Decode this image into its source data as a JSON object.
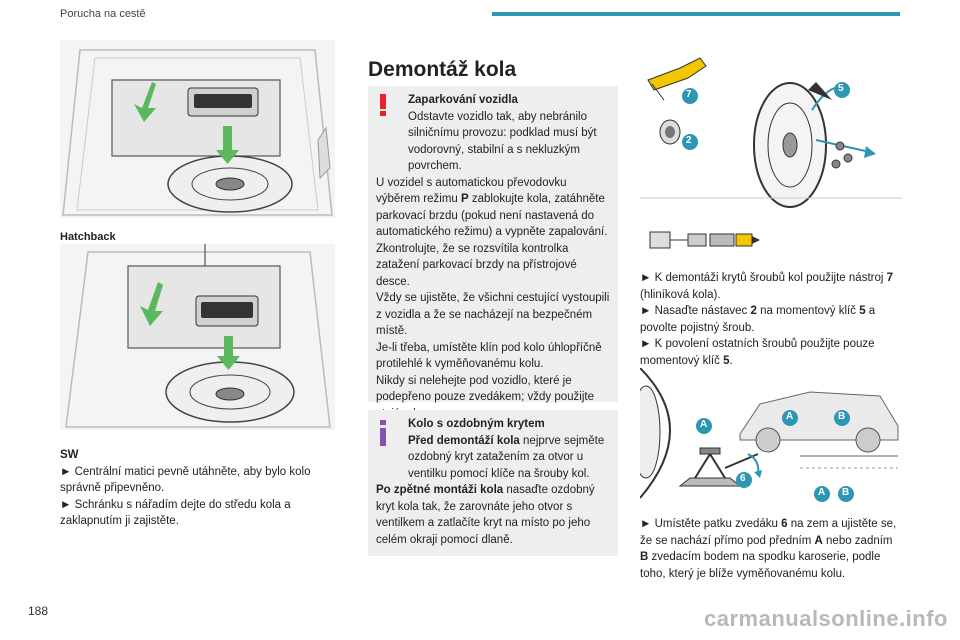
{
  "header": {
    "title": "Porucha na cestě"
  },
  "page_number": "188",
  "watermark": "carmanualsonline.info",
  "left": {
    "caption_hatchback": "Hatchback",
    "sw_title": "SW",
    "sw_items": [
      "► Centrální matici pevně utáhněte, aby bylo kolo správně připevněno.",
      "► Schránku s nářadím dejte do středu kola a zaklapnutím ji zajistěte."
    ]
  },
  "middle": {
    "title": "Demontáž kola",
    "warning": {
      "heading": "Zaparkování vozidla",
      "lines": [
        "Odstavte vozidlo tak, aby nebránilo silničnímu provozu: podklad musí být vodorovný, stabilní a s nekluzkým povrchem.",
        "U vozidel s automatickou převodovku výběrem režimu ",
        "P",
        " zablokujte kola, zatáhněte parkovací brzdu (pokud není nastavená do automatického režimu) a vypněte zapalování.",
        "Zkontrolujte, že se rozsvítila kontrolka zatažení parkovací brzdy na přístrojové desce.",
        "Vždy se ujistěte, že všichni cestující vystoupili z vozidla a že se nacházejí na bezpečném místě.",
        "Je-li třeba, umístěte klín pod kolo úhlopříčně protilehlé k vyměňovanému kolu.",
        "Nikdy si nelehejte pod vozidlo, které je podepřeno pouze zvedákem; vždy použijte stojánek."
      ]
    },
    "info": {
      "heading": "Kolo s ozdobným krytem",
      "p1_bold": "Před demontáží kola",
      "p1_rest": " nejprve sejměte ozdobný kryt zatažením za otvor u ventilku pomocí klíče na šrouby kol.",
      "p2_bold": "Po zpětné montáži kola",
      "p2_rest": " nasaďte ozdobný kryt kola tak, že zarovnáte jeho otvor s ventilkem a zatlačíte kryt na místo po jeho celém okraji pomocí dlaně."
    }
  },
  "right": {
    "labels": {
      "seven": "7",
      "two": "2",
      "five": "5",
      "six": "6",
      "a": "A",
      "b": "B"
    },
    "s1_a": "► K demontáži krytů šroubů kol použijte nástroj ",
    "s1_b": "7",
    "s1_c": " (hliníková kola).",
    "s2_a": "► Nasaďte nástavec ",
    "s2_b": "2",
    "s2_c": " na momentový klíč ",
    "s2_d": "5",
    "s2_e": " a povolte pojistný šroub.",
    "s3_a": "► K povolení ostatních šroubů použijte pouze momentový klíč ",
    "s3_b": "5",
    "s3_c": ".",
    "s4_a": "► Umístěte patku zvedáku ",
    "s4_b": "6",
    "s4_c": " na zem a ujistěte se, že se nachází přímo pod předním ",
    "s4_d": "A",
    "s4_e": " nebo zadním ",
    "s4_f": "B",
    "s4_g": " zvedacím bodem na spodku karoserie, podle toho, který je blíže vyměňovanému kolu."
  },
  "colors": {
    "accent": "#2d97b3",
    "warning": "#e1252b",
    "info": "#8a4fb0",
    "green_arrow": "#5cb85c",
    "badge": "#2d97b3"
  }
}
